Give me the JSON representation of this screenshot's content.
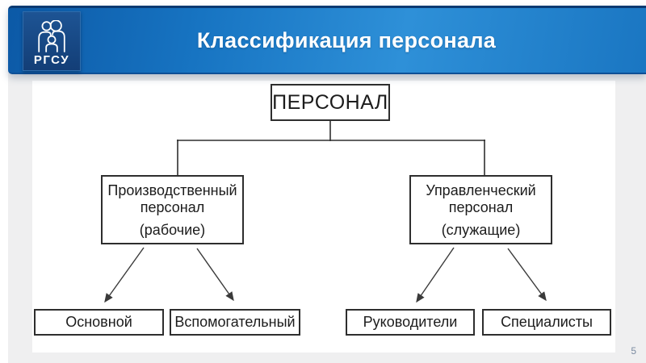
{
  "header": {
    "title": "Классификация персонала",
    "logo": {
      "text": "РГСУ",
      "icon": "family-icon"
    }
  },
  "footer": {
    "page_number": "5"
  },
  "colors": {
    "header_gradient_start": "#0c59a6",
    "header_gradient_mid": "#2e90d8",
    "header_gradient_end": "#1a76c2",
    "header_top_line": "#0a3a72",
    "logo_background": "#164a86",
    "slide_background": "#efeff0",
    "panel_background": "#ffffff",
    "box_border": "#2e2e2e",
    "diagram_text": "#1c1c1c",
    "page_number_color": "#7b8ba1"
  },
  "diagram": {
    "root": "ПЕРСОНАЛ",
    "branches": [
      {
        "title_line1": "Производственный",
        "title_line2": "персонал",
        "subtitle": "(рабочие)",
        "children": [
          "Основной",
          "Вспомогательный"
        ]
      },
      {
        "title_line1": "Управленческий",
        "title_line2": "персонал",
        "subtitle": "(служащие)",
        "children": [
          "Руководители",
          "Специалисты"
        ]
      }
    ]
  }
}
